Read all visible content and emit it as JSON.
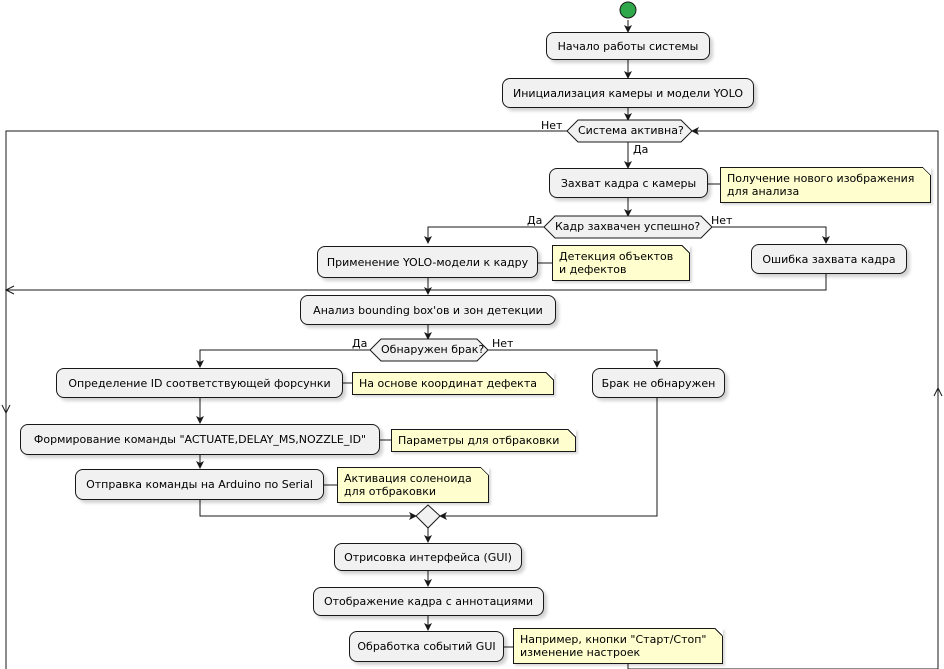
{
  "colors": {
    "start": "#2ea84a",
    "node_fill": "#f1f1f1",
    "note_fill": "#fefece",
    "line": "#181818"
  },
  "nodes": {
    "start_system": "Начало работы системы",
    "init_camera": "Инициализация камеры и модели YOLO",
    "capture_frame": "Захват кадра с камеры",
    "apply_yolo": "Применение YOLO-модели к кадру",
    "capture_error": "Ошибка захвата кадра",
    "analyze_bbox": "Анализ bounding box'ов и зон детекции",
    "determine_nozzle": "Определение ID соответствующей форсунки",
    "no_defect": "Брак не обнаружен",
    "form_command": "Формирование команды \"ACTUATE,DELAY_MS,NOZZLE_ID\"",
    "send_arduino": "Отправка команды на Arduino по Serial",
    "render_gui": "Отрисовка интерфейса (GUI)",
    "show_frame": "Отображение кадра с аннотациями",
    "handle_events": "Обработка событий GUI"
  },
  "decisions": {
    "system_active": "Система активна?",
    "frame_captured": "Кадр захвачен успешно?",
    "defect_found": "Обнаружен брак?"
  },
  "branch_labels": {
    "no_exit": "Нет",
    "yes_loop": "Да",
    "yes_capture": "Да",
    "no_capture": "Нет",
    "yes_defect": "Да",
    "no_defect": "Нет"
  },
  "notes": {
    "capture": [
      "Получение нового изображения",
      "для анализа"
    ],
    "yolo": [
      "Детекция объектов",
      "и дефектов"
    ],
    "nozzle": [
      "На основе координат дефекта"
    ],
    "command": [
      "Параметры для отбраковки"
    ],
    "arduino": [
      "Активация соленоида",
      "для отбраковки"
    ],
    "gui": [
      "Например, кнопки \"Старт/Стоп\"",
      "изменение настроек"
    ]
  }
}
